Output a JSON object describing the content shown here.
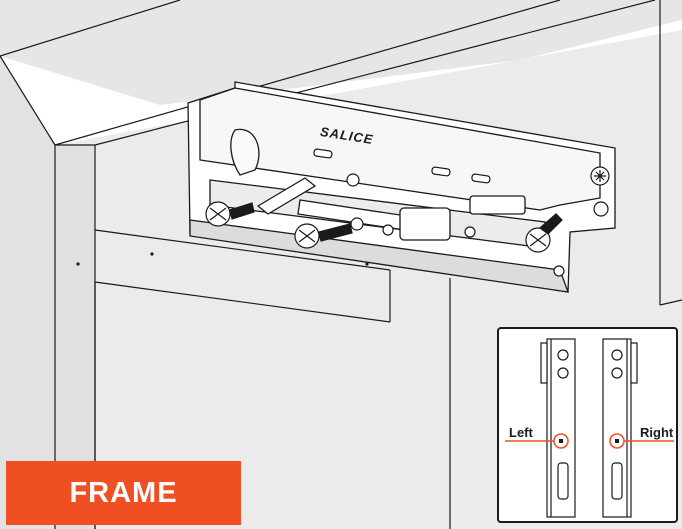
{
  "brand": {
    "logo_text": "SALICE"
  },
  "badge": {
    "label": "FRAME",
    "color": "#f04e23"
  },
  "inset": {
    "left_label": "Left",
    "right_label": "Right",
    "highlight_color": "#f04e23"
  }
}
